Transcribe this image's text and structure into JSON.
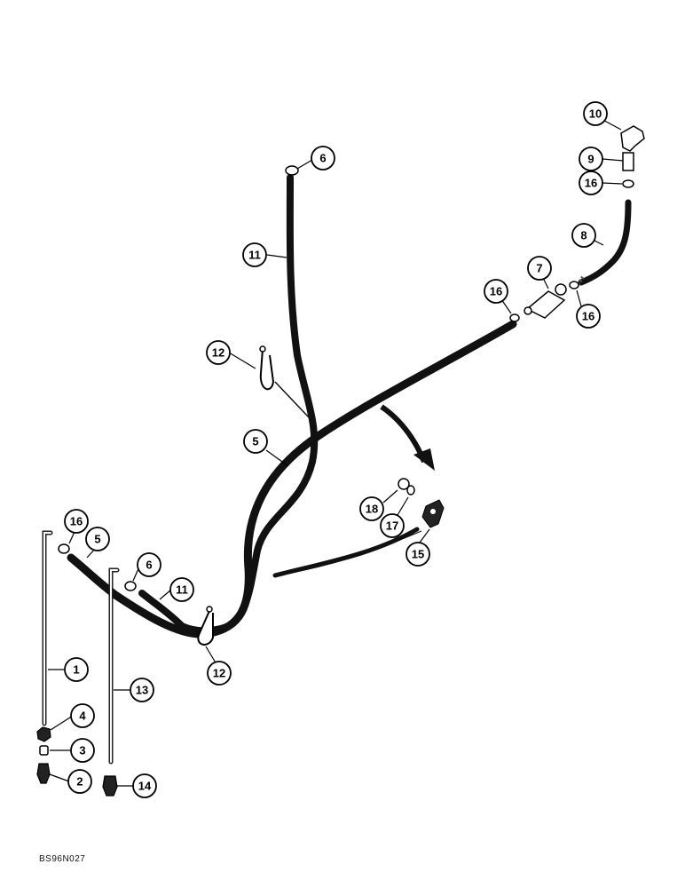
{
  "diagram": {
    "reference_code": "BS96N027",
    "callouts": [
      {
        "id": "c1",
        "label": "1"
      },
      {
        "id": "c2",
        "label": "2"
      },
      {
        "id": "c3",
        "label": "3"
      },
      {
        "id": "c4",
        "label": "4"
      },
      {
        "id": "c5a",
        "label": "5"
      },
      {
        "id": "c5b",
        "label": "5"
      },
      {
        "id": "c6a",
        "label": "6"
      },
      {
        "id": "c6b",
        "label": "6"
      },
      {
        "id": "c7",
        "label": "7"
      },
      {
        "id": "c8",
        "label": "8"
      },
      {
        "id": "c9",
        "label": "9"
      },
      {
        "id": "c10",
        "label": "10"
      },
      {
        "id": "c11a",
        "label": "11"
      },
      {
        "id": "c11b",
        "label": "11"
      },
      {
        "id": "c12a",
        "label": "12"
      },
      {
        "id": "c12b",
        "label": "12"
      },
      {
        "id": "c13",
        "label": "13"
      },
      {
        "id": "c14",
        "label": "14"
      },
      {
        "id": "c15",
        "label": "15"
      },
      {
        "id": "c16a",
        "label": "16"
      },
      {
        "id": "c16b",
        "label": "16"
      },
      {
        "id": "c16c",
        "label": "16"
      },
      {
        "id": "c16d",
        "label": "16"
      },
      {
        "id": "c17",
        "label": "17"
      },
      {
        "id": "c18",
        "label": "18"
      }
    ]
  }
}
